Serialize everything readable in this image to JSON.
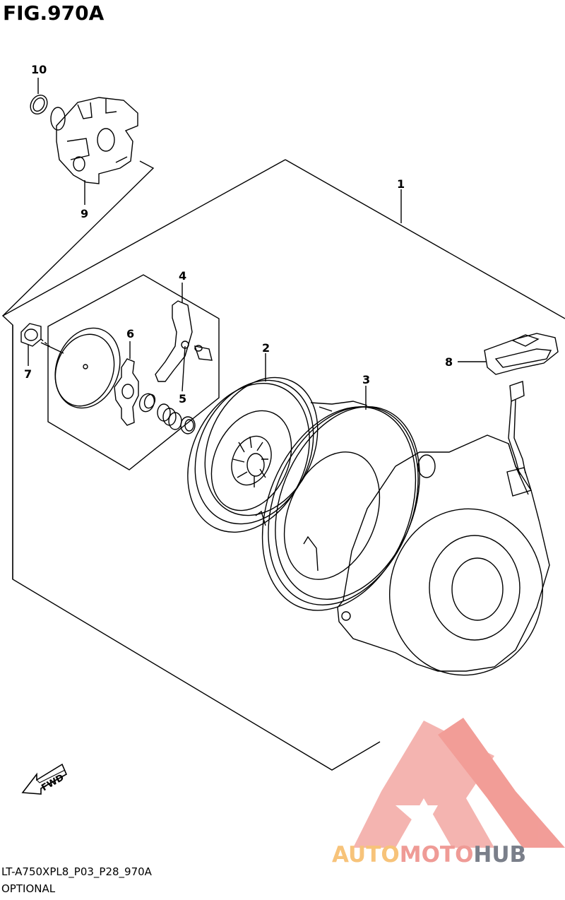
{
  "figure": {
    "title": "FIG.970A"
  },
  "callouts": {
    "c1": "1",
    "c2": "2",
    "c3": "3",
    "c4": "4",
    "c5": "5",
    "c6": "6",
    "c7": "7",
    "c8": "8",
    "c9": "9",
    "c10": "10"
  },
  "fwd_indicator": {
    "label": "FWD"
  },
  "footer": {
    "code": "LT-A750XPL8_P03_P28_970A",
    "note": "OPTIONAL"
  },
  "watermark": {
    "part_a": "AUTO",
    "part_b": "MOTO",
    "part_c": "HUB",
    "colors": {
      "auto": "#f7c37a",
      "moto": "#ef9b96",
      "hub": "#7a7f8a",
      "logo": "#f08c86"
    }
  }
}
